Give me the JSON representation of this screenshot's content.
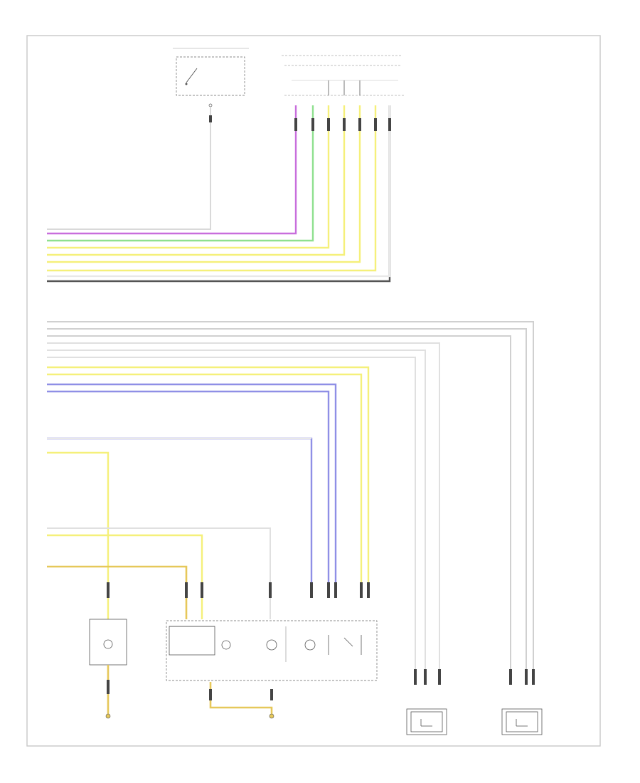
{
  "diagram": {
    "page_ref": "",
    "colors": {
      "white": "#e8e8e8",
      "gray": "#bfbfbf",
      "violet": "#c86edc",
      "green": "#8fe08f",
      "yellow": "#f5f07a",
      "blue": "#8f8fe6",
      "gold": "#e6c85a",
      "black": "#555555"
    },
    "connectors": [
      {
        "id": "switch",
        "label": ""
      },
      {
        "id": "top-right-connector",
        "label": ""
      },
      {
        "id": "left-turn-lamp",
        "label": ""
      },
      {
        "id": "rear-lamp-module",
        "label": ""
      },
      {
        "id": "right-rear-sensor",
        "label": ""
      },
      {
        "id": "left-rear-sensor",
        "label": ""
      }
    ],
    "grounds": [
      {
        "id": "g1",
        "label": ""
      },
      {
        "id": "g2",
        "label": ""
      }
    ]
  }
}
